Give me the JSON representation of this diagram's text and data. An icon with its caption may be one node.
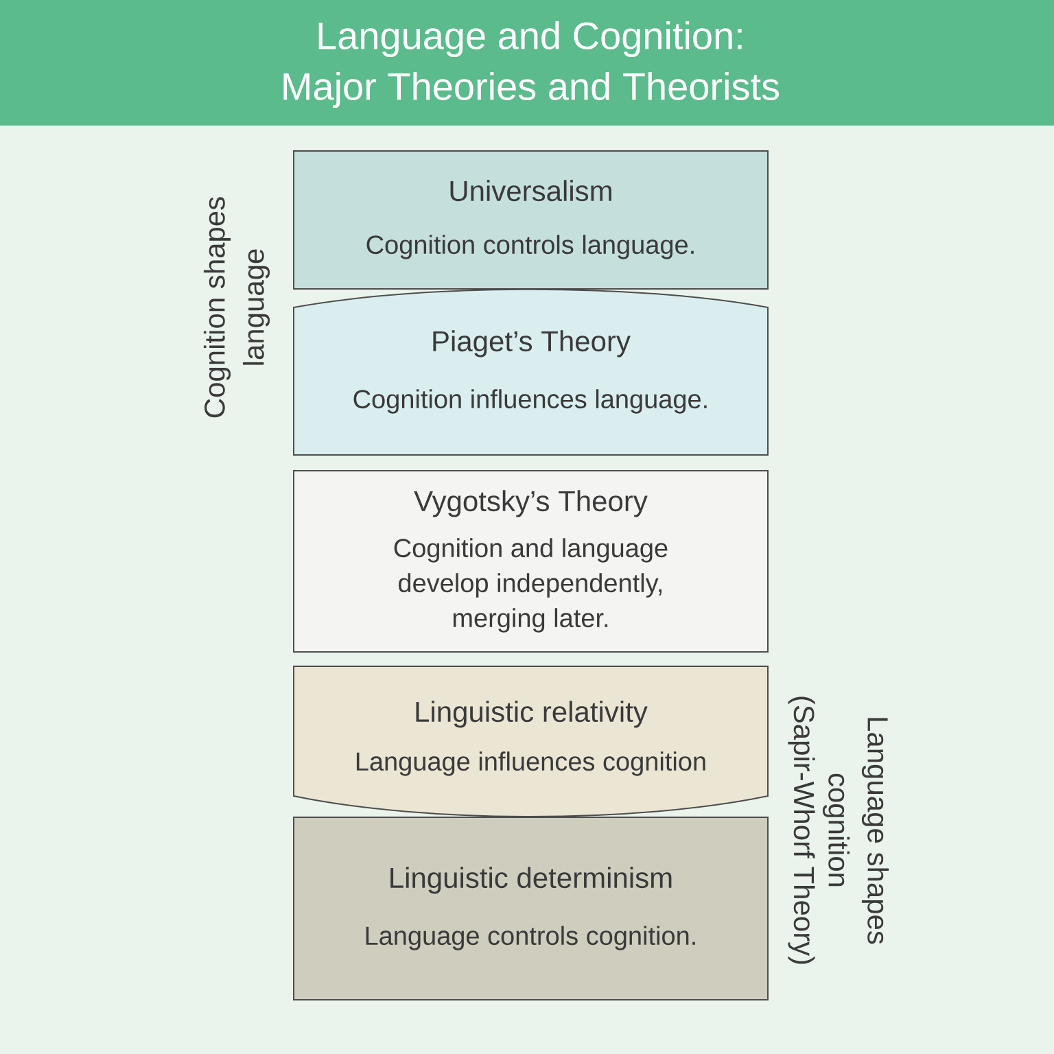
{
  "diagram": {
    "title": "Language and Cognition: Major Theories and Theorists",
    "nodes": [
      {
        "text": [
          "Universalism",
          "Cognition controls language."
        ]
      },
      {
        "text": [
          "Piaget’s Theory",
          "Cognition influences language."
        ]
      },
      {
        "text": [
          "Vygotsky’s Theory",
          "Cognition and language develop independently, merging later."
        ]
      },
      {
        "text": [
          "Linguistic relativity",
          "Language influences cognition"
        ]
      },
      {
        "text": [
          "Linguistic determinism",
          "Language controls cognition."
        ]
      }
    ],
    "labels": [
      "Cognition shapes language",
      "Language shapes cognition",
      "(Sapir-Whorf Theory)"
    ]
  }
}
